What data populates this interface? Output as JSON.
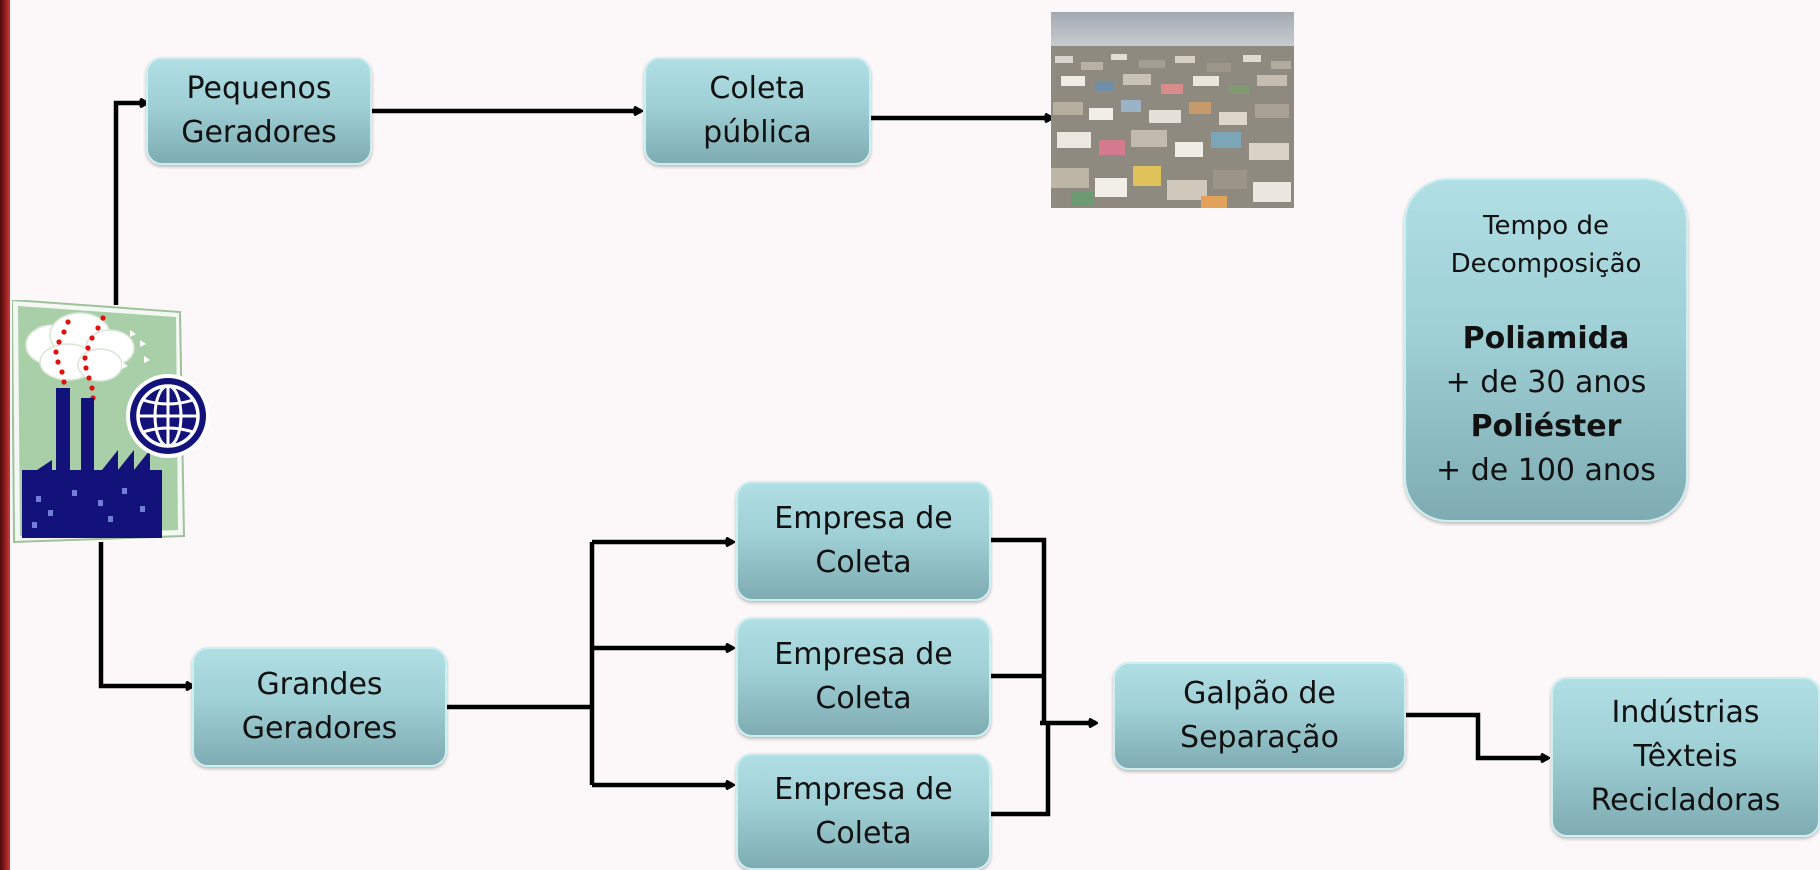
{
  "nodes": {
    "pequenos": [
      "Pequenos",
      "Geradores"
    ],
    "coleta_publica": [
      "Coleta",
      "pública"
    ],
    "grandes": [
      "Grandes",
      "Geradores"
    ],
    "empresa1": [
      "Empresa de",
      "Coleta"
    ],
    "empresa2": [
      "Empresa de",
      "Coleta"
    ],
    "empresa3": [
      "Empresa de",
      "Coleta"
    ],
    "galpao": [
      "Galpão de",
      "Separação"
    ],
    "industrias": [
      "Indústrias",
      "Têxteis",
      "Recicladoras"
    ]
  },
  "decomposition": {
    "title_line1": "Tempo de",
    "title_line2": "Decomposição",
    "material1": "Poliamida",
    "time1": "+ de 30 anos",
    "material2": "Poliéster",
    "time2": "+ de 100 anos"
  },
  "colors": {
    "box_top": "#b0dfe4",
    "box_bottom": "#7eacb2",
    "arrow": "#000000",
    "factory_blue": "#12127a",
    "factory_bg": "#a9cfa8"
  },
  "images": {
    "landfill": "landfill-photo",
    "factory": "factory-globe-icon"
  }
}
